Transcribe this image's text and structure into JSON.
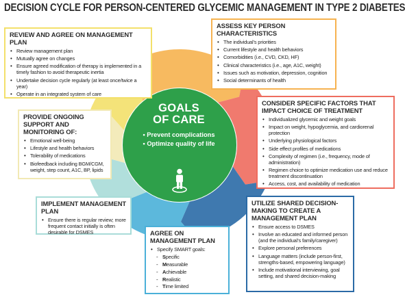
{
  "title": "DECISION CYCLE FOR PERSON-CENTERED GLYCEMIC MANAGEMENT IN TYPE 2 DIABETES",
  "center": {
    "title_line1": "GOALS",
    "title_line2": "OF CARE",
    "items": [
      "• Prevent complications",
      "• Optimize quality of life"
    ],
    "icon": "person-on-target-icon"
  },
  "colors": {
    "review": "#f3e06a",
    "assess": "#f6b24f",
    "consider": "#ee6c5e",
    "utilize": "#2a6aa6",
    "agree": "#4ab0d8",
    "implement": "#a8dcd8",
    "support": "#f2e9b4",
    "center": "#2ea04a"
  },
  "boxes": {
    "review": {
      "title": "REVIEW AND AGREE ON MANAGEMENT PLAN",
      "items": [
        "Review management plan",
        "Mutually agree on changes",
        "Ensure agreed modification of therapy is implemented in a timely fashion to avoid therapeutic inertia",
        "Undertake decision cycle regularly (at least once/twice a year)",
        "Operate in an integrated system of care"
      ]
    },
    "assess": {
      "title": "ASSESS KEY PERSON CHARACTERISTICS",
      "items": [
        "The individual’s priorities",
        "Current lifestyle and health behaviors",
        "Comorbidities (i.e., CVD, CKD, HF)",
        "Clinical characteristics (i.e., age, A1C, weight)",
        "Issues such as motivation, depression, cognition",
        "Social determinants of health"
      ]
    },
    "consider": {
      "title": "CONSIDER SPECIFIC FACTORS THAT IMPACT CHOICE OF TREATMENT",
      "items": [
        "Individualized glycemic and weight goals",
        "Impact on weight, hypoglycemia, and cardiorenal protection",
        "Underlying physiological factors",
        "Side effect profiles of medications",
        "Complexity of regimen (i.e., frequency, mode of administration)",
        "Regimen choice to optimize medication use and reduce treatment discontinuation",
        "Access, cost, and availability of medication"
      ]
    },
    "utilize": {
      "title": "UTILIZE SHARED DECISION-MAKING TO CREATE A MANAGEMENT PLAN",
      "items": [
        "Ensure access to DSMES",
        "Involve an educated and informed person (and the individual’s family/caregiver)",
        "Explore personal preferences",
        "Language matters (include person-first, strengths-based, empowering language)",
        "Include motivational interviewing, goal setting, and shared decision-making"
      ]
    },
    "agree": {
      "title": "AGREE ON MANAGEMENT PLAN",
      "intro": "Specify SMART goals:",
      "smart": [
        {
          "letter": "S",
          "rest": "pecific"
        },
        {
          "letter": "M",
          "rest": "easurable"
        },
        {
          "letter": "A",
          "rest": "chievable"
        },
        {
          "letter": "R",
          "rest": "ealistic"
        },
        {
          "letter": "T",
          "rest": "ime limited"
        }
      ]
    },
    "implement": {
      "title": "IMPLEMENT MANAGEMENT PLAN",
      "items": [
        "Ensure there is regular review; more frequent contact initially is often desirable for DSMES"
      ]
    },
    "support": {
      "title": "PROVIDE ONGOING SUPPORT AND MONITORING OF:",
      "items": [
        "Emotional well-being",
        "Lifestyle and health behaviors",
        "Tolerability of medications",
        "Biofeedback including BGM/CGM, weight, step count, A1C, BP, lipids"
      ]
    }
  }
}
